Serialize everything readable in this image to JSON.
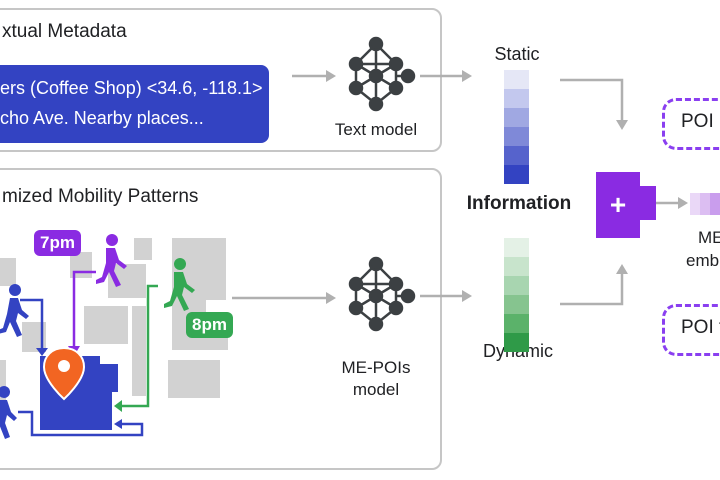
{
  "top_panel": {
    "title": "xtual Metadata",
    "text_lines": [
      "ers (Coffee Shop) <34.6, -118.1>",
      "cho Ave.  Nearby places..."
    ],
    "model_label": "Text model"
  },
  "bottom_panel": {
    "title": "mized Mobility Patterns",
    "time_badges": [
      "7pm",
      "8pm"
    ],
    "model_label_line1": "ME-POIs",
    "model_label_line2": "model"
  },
  "middle": {
    "static_label": "Static",
    "information_label": "Information",
    "dynamic_label": "Dynamic"
  },
  "right": {
    "plus_symbol": "+",
    "poi_top": "POI i",
    "embedding_line1": "ME",
    "embedding_line2": "emb",
    "poi_bottom": "POI f"
  },
  "colors": {
    "blue": "#3343c2",
    "purple": "#8a2be2",
    "green": "#34a853",
    "orange": "#f26522",
    "gray_building": "#d2d2d2",
    "static_scale": [
      "#e5e7f6",
      "#c3c8ee",
      "#a0a8e2",
      "#7f89d8",
      "#5663cc",
      "#3343c2"
    ],
    "dynamic_scale": [
      "#e4f1e6",
      "#c8e4cc",
      "#a8d5b0",
      "#86c48f",
      "#5bb26a",
      "#2f9a48"
    ],
    "embed_scale": [
      "#ead8f7",
      "#dcbef2",
      "#c99ded",
      "#b57be6"
    ]
  },
  "icons": [
    "neural-network-icon",
    "person-walking-icon",
    "location-pin-icon",
    "plus-icon"
  ]
}
